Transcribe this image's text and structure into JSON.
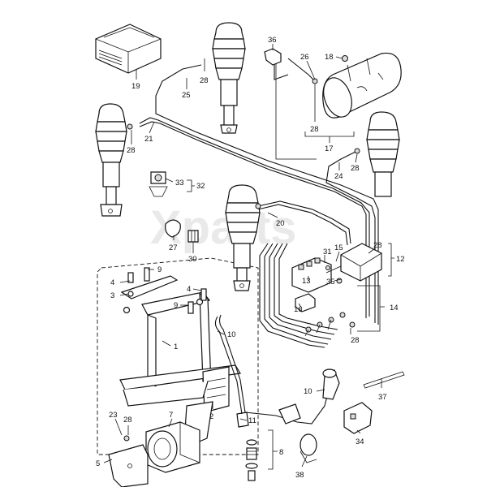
{
  "watermark": "Xparts",
  "callouts": [
    {
      "id": "c36",
      "text": "36"
    },
    {
      "id": "c26",
      "text": "26"
    },
    {
      "id": "c18",
      "text": "18"
    },
    {
      "id": "c19",
      "text": "19"
    },
    {
      "id": "c28a",
      "text": "28"
    },
    {
      "id": "c25",
      "text": "25"
    },
    {
      "id": "c28b",
      "text": "28"
    },
    {
      "id": "c17",
      "text": "17"
    },
    {
      "id": "c28c",
      "text": "28"
    },
    {
      "id": "c21",
      "text": "21"
    },
    {
      "id": "c28d",
      "text": "28"
    },
    {
      "id": "c24",
      "text": "24"
    },
    {
      "id": "c33",
      "text": "33"
    },
    {
      "id": "c32",
      "text": "32"
    },
    {
      "id": "c20",
      "text": "20"
    },
    {
      "id": "c27",
      "text": "27"
    },
    {
      "id": "c30",
      "text": "30"
    },
    {
      "id": "c31",
      "text": "31"
    },
    {
      "id": "c15",
      "text": "15"
    },
    {
      "id": "c28e",
      "text": "28"
    },
    {
      "id": "c12",
      "text": "12"
    },
    {
      "id": "c13",
      "text": "13"
    },
    {
      "id": "c35",
      "text": "35"
    },
    {
      "id": "c16",
      "text": "16"
    },
    {
      "id": "c14",
      "text": "14"
    },
    {
      "id": "c28f",
      "text": "28"
    },
    {
      "id": "c9a",
      "text": "9"
    },
    {
      "id": "c4a",
      "text": "4"
    },
    {
      "id": "c3",
      "text": "3"
    },
    {
      "id": "c4b",
      "text": "4"
    },
    {
      "id": "c9b",
      "text": "9"
    },
    {
      "id": "c10a",
      "text": "10"
    },
    {
      "id": "c1",
      "text": "1"
    },
    {
      "id": "c2",
      "text": "2"
    },
    {
      "id": "c10b",
      "text": "10"
    },
    {
      "id": "c37",
      "text": "37"
    },
    {
      "id": "c23",
      "text": "23"
    },
    {
      "id": "c28g",
      "text": "28"
    },
    {
      "id": "c7",
      "text": "7"
    },
    {
      "id": "c11",
      "text": "11"
    },
    {
      "id": "c34",
      "text": "34"
    },
    {
      "id": "c5",
      "text": "5"
    },
    {
      "id": "c8",
      "text": "8"
    },
    {
      "id": "c38",
      "text": "38"
    }
  ]
}
